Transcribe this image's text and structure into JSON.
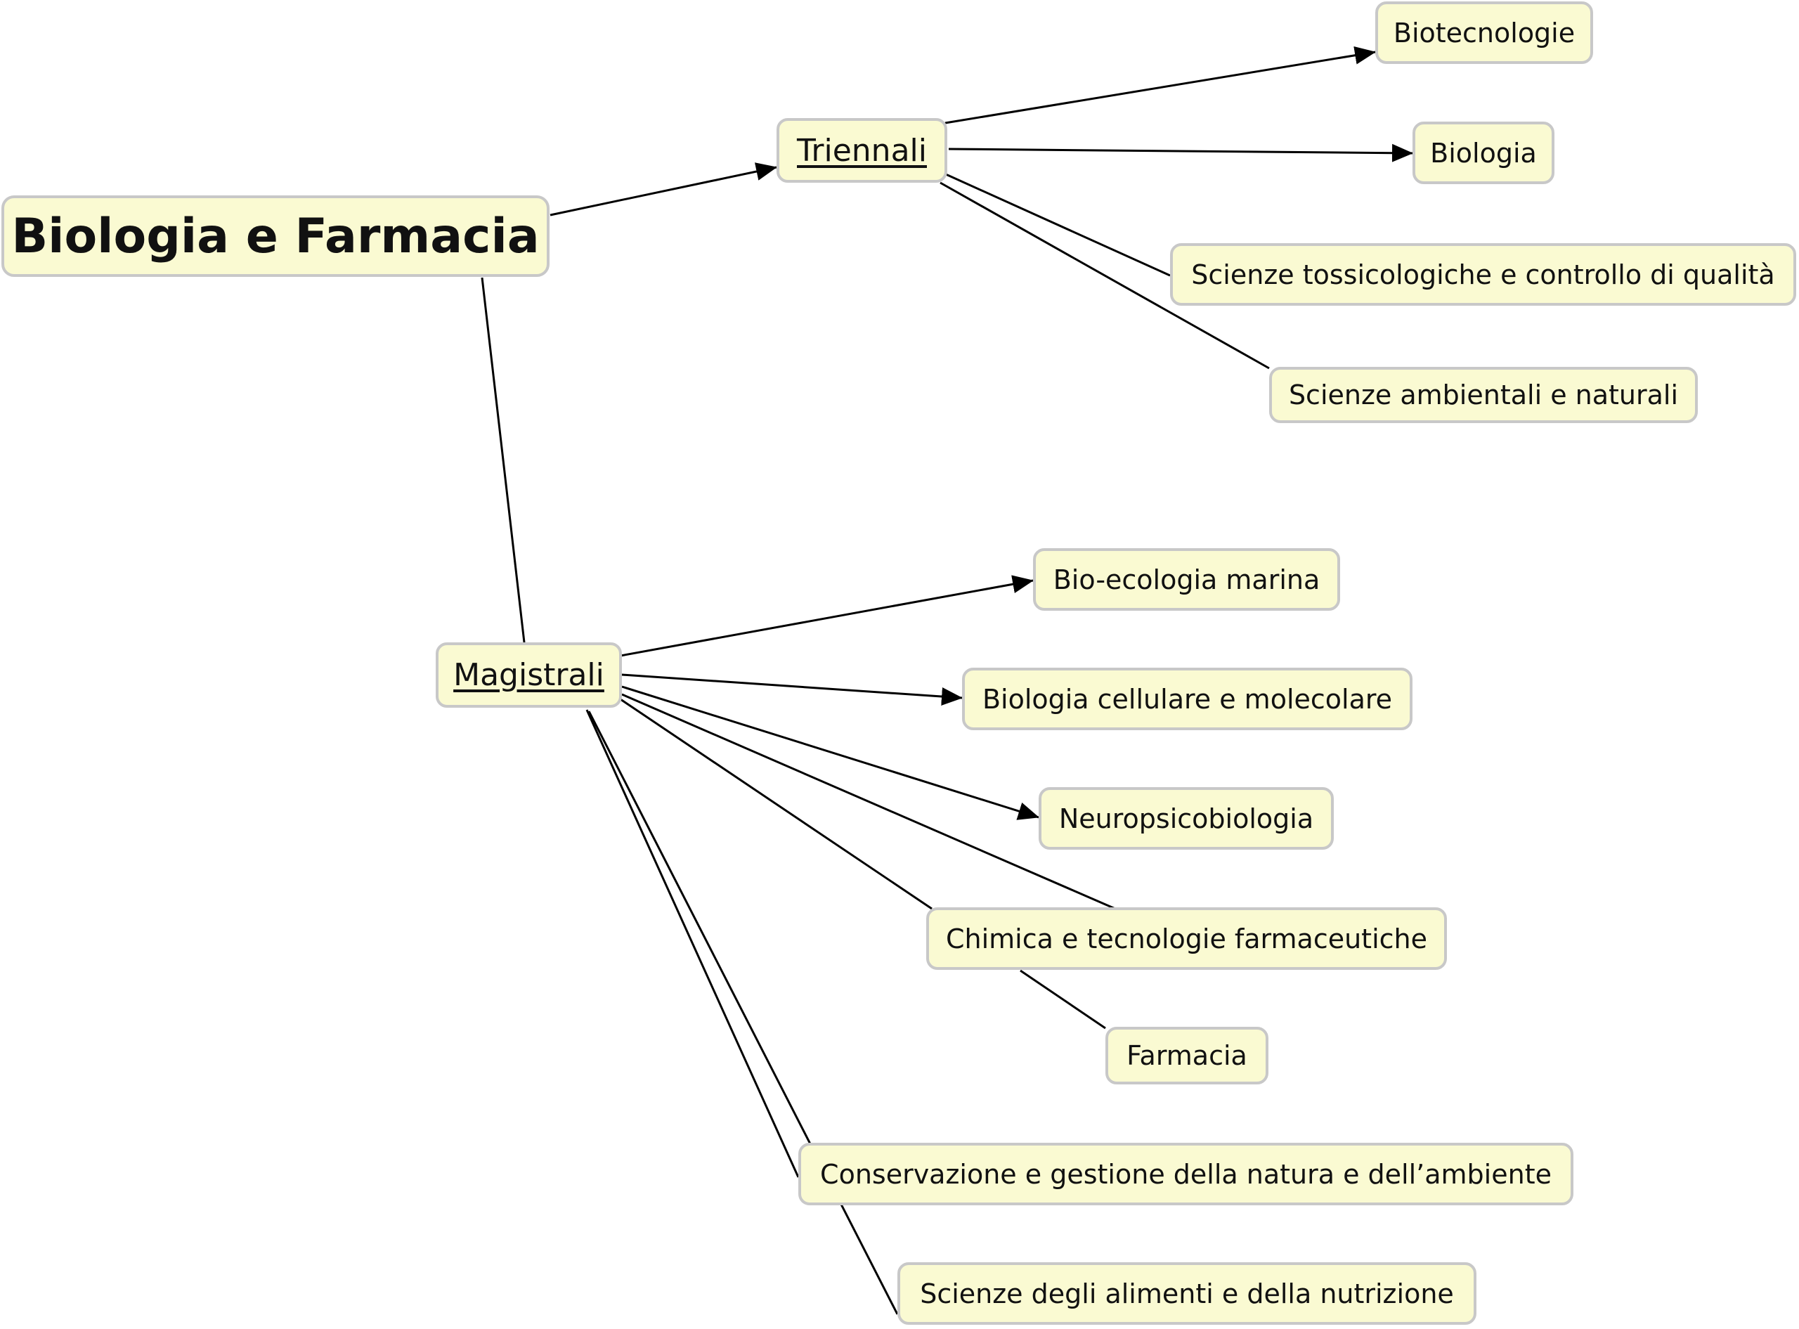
{
  "root": {
    "label": "Biologia e Farmacia"
  },
  "triennali": {
    "label": "Triennali",
    "courses": [
      "Biotecnologie",
      "Biologia",
      "Scienze tossicologiche e controllo di qualità",
      "Scienze ambientali e naturali"
    ]
  },
  "magistrali": {
    "label": "Magistrali",
    "courses": [
      "Bio-ecologia marina",
      "Biologia cellulare e molecolare",
      "Neuropsicobiologia",
      "Chimica e tecnologie farmaceutiche",
      "Farmacia",
      "Conservazione e gestione della natura e dell’ambiente",
      "Scienze degli alimenti e della nutrizione"
    ]
  },
  "colors": {
    "node_fill": "#fafad2",
    "node_border": "#c8c8c8",
    "edge": "#000000"
  }
}
